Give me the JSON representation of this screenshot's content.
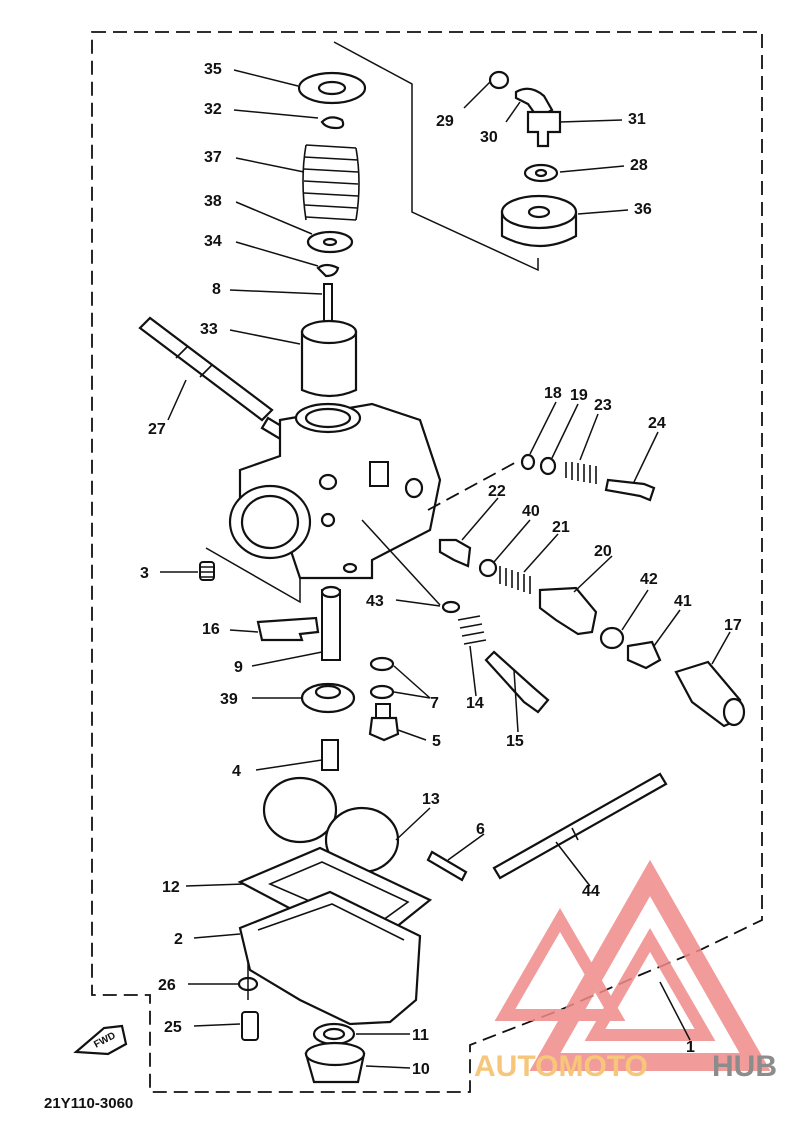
{
  "diagram": {
    "code": "21Y110-3060",
    "fwd_label": "FWD",
    "labels": {
      "p35": "35",
      "p32": "32",
      "p37": "37",
      "p38": "38",
      "p34": "34",
      "p8": "8",
      "p33": "33",
      "p27": "27",
      "p29": "29",
      "p30": "30",
      "p31": "31",
      "p28": "28",
      "p36": "36",
      "p18": "18",
      "p19": "19",
      "p23": "23",
      "p24": "24",
      "p22": "22",
      "p40": "40",
      "p21": "21",
      "p20": "20",
      "p42": "42",
      "p41": "41",
      "p17": "17",
      "p3": "3",
      "p43": "43",
      "p16": "16",
      "p9": "9",
      "p39": "39",
      "p7": "7",
      "p5": "5",
      "p14": "14",
      "p15": "15",
      "p4": "4",
      "p13": "13",
      "p6": "6",
      "p12": "12",
      "p44": "44",
      "p2": "2",
      "p26": "26",
      "p25": "25",
      "p11": "11",
      "p10": "10",
      "p1": "1"
    }
  },
  "watermark": {
    "part_a": "AUTOMOTO",
    "part_b": "HUB",
    "color_logo": "#f08a8a",
    "color_text_a": "#f6c77a",
    "color_text_b": "#8c8c8c"
  }
}
